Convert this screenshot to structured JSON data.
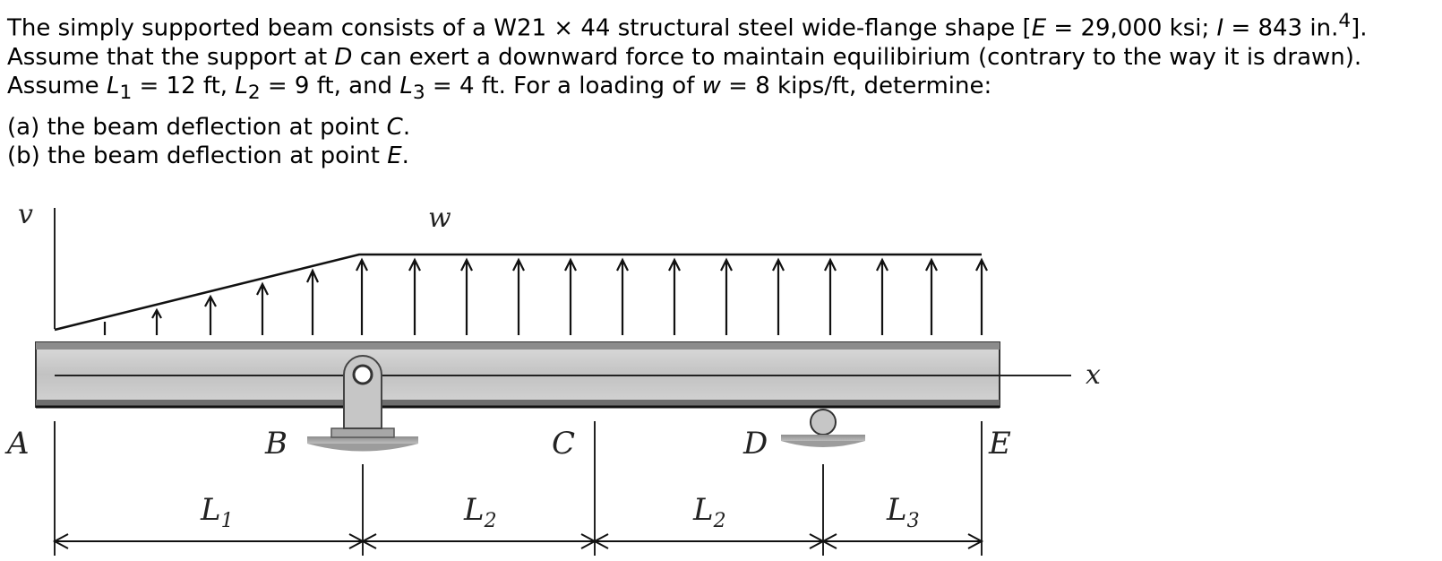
{
  "problem": {
    "l1_a": "The simply supported beam consists of a W21 × 44 structural steel wide-flange shape [",
    "E_sym": "E",
    "l1_b": " = 29,000 ksi; ",
    "I_sym": "I",
    "l1_c": " = 843 in.",
    "l1_sup": "4",
    "l1_d": "].",
    "l2_a": "Assume that the support at ",
    "D_sym": "D",
    "l2_b": " can exert a downward force to maintain equilibirium (contrary to the way it is drawn).",
    "l3_a": "Assume ",
    "L_sym": "L",
    "sub1": "1",
    "l3_b": " = 12 ft, ",
    "sub2": "2",
    "l3_c": " = 9 ft, and ",
    "sub3": "3",
    "l3_d": " = 4 ft. For a loading of ",
    "w_sym": "w",
    "l3_e": " = 8 kips/ft, determine:",
    "pa_a": "(a) the beam deflection at point ",
    "C_sym": "C",
    "pa_b": ".",
    "pb_a": "(b) the beam deflection at point ",
    "Esym2": "E",
    "pb_b": "."
  },
  "figure": {
    "v_label": "v",
    "w_label": "w",
    "x_label": "x",
    "point_A": "A",
    "point_B": "B",
    "point_C": "C",
    "point_D": "D",
    "point_E": "E",
    "dim_L1": "L",
    "dim_L1_sub": "1",
    "dim_L2a": "L",
    "dim_L2a_sub": "2",
    "dim_L2b": "L",
    "dim_L2b_sub": "2",
    "dim_L3": "L",
    "dim_L3_sub": "3"
  }
}
